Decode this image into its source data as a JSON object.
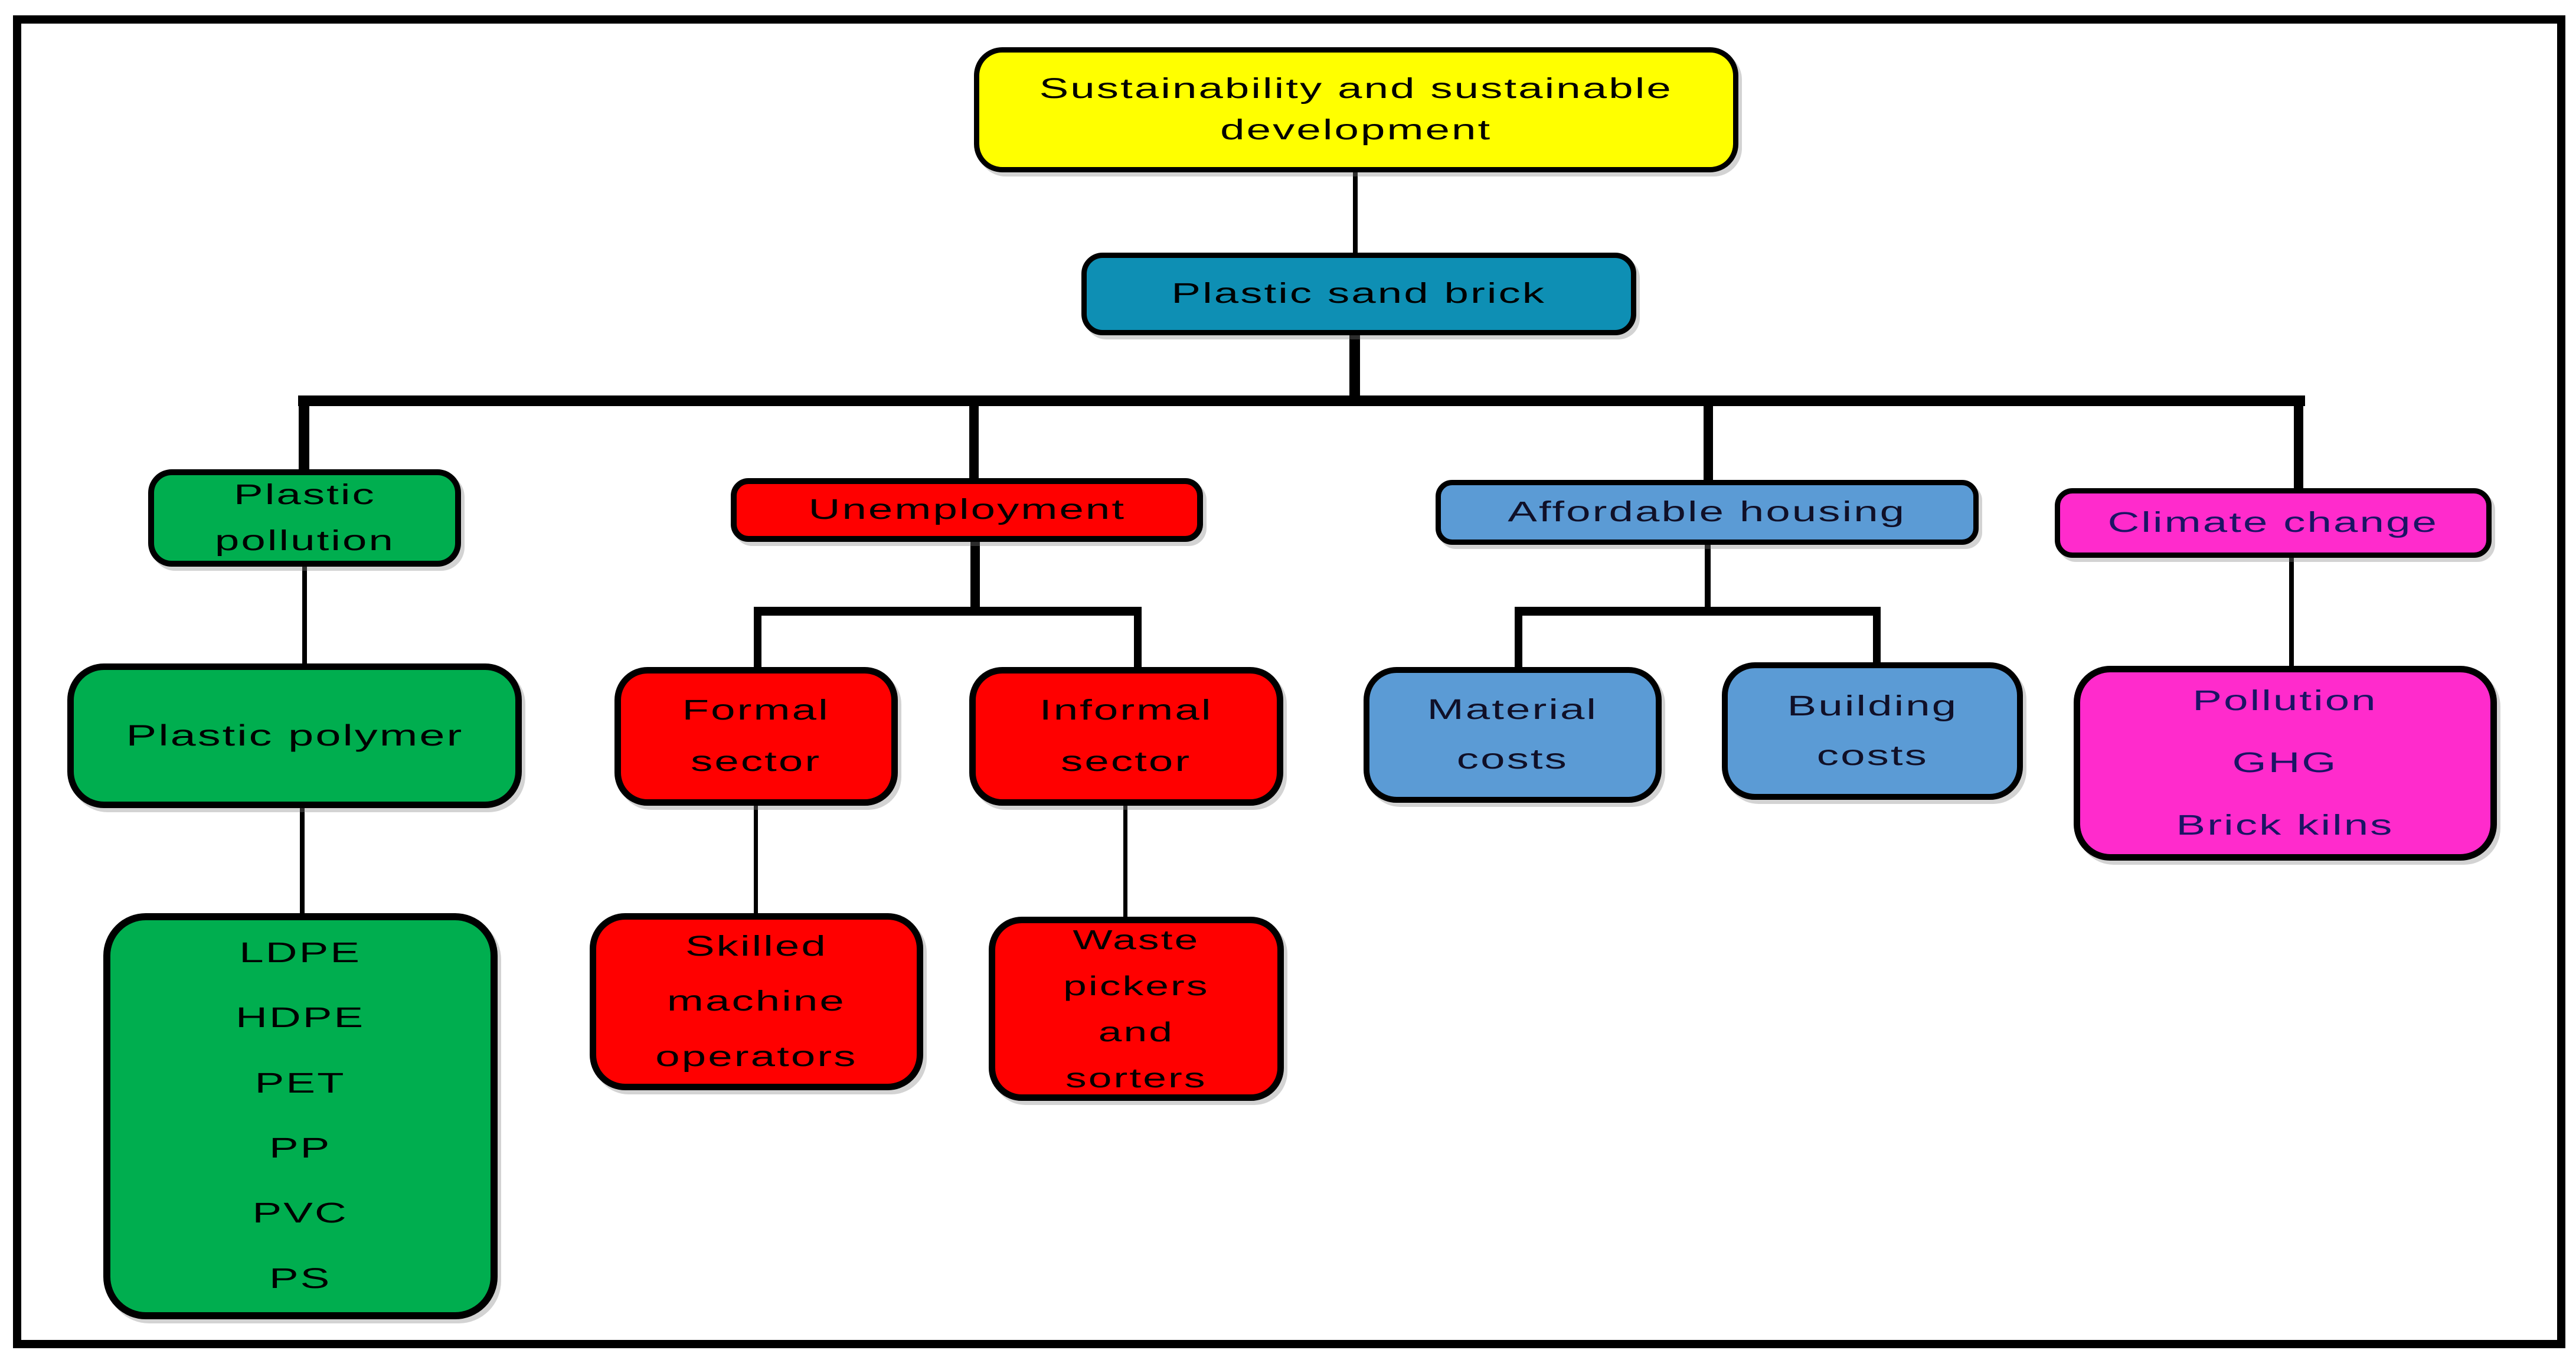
{
  "diagram": {
    "type": "hierarchy-flowchart",
    "background": "#FFFFFF",
    "frame_color": "#000000",
    "connector_color": "#000000",
    "palette": {
      "yellow": "#FFFF00",
      "teal": "#0E8FB4",
      "green": "#00AE4F",
      "red": "#FF0000",
      "blue": "#5B9BD5",
      "magenta": "#FF2BCC"
    },
    "edges": [
      [
        "sustainability",
        "plastic_sand_brick"
      ],
      [
        "plastic_sand_brick",
        "plastic_pollution"
      ],
      [
        "plastic_sand_brick",
        "unemployment"
      ],
      [
        "plastic_sand_brick",
        "affordable_housing"
      ],
      [
        "plastic_sand_brick",
        "climate_change"
      ],
      [
        "plastic_pollution",
        "plastic_polymer"
      ],
      [
        "plastic_polymer",
        "polymer_types"
      ],
      [
        "unemployment",
        "formal_sector"
      ],
      [
        "unemployment",
        "informal_sector"
      ],
      [
        "formal_sector",
        "skilled_machine_operators"
      ],
      [
        "informal_sector",
        "waste_pickers_sorters"
      ],
      [
        "affordable_housing",
        "material_costs"
      ],
      [
        "affordable_housing",
        "building_costs"
      ],
      [
        "climate_change",
        "climate_impacts"
      ]
    ]
  },
  "nodes": {
    "sustainability": {
      "label": "Sustainability and sustainable\ndevelopment",
      "fill": "#FFFF00",
      "text_color": "#000000"
    },
    "plastic_sand_brick": {
      "label": "Plastic sand brick",
      "fill": "#0E8FB4",
      "text_color": "#000000"
    },
    "plastic_pollution": {
      "label": "Plastic\npollution",
      "fill": "#00AE4F",
      "text_color": "#000000"
    },
    "unemployment": {
      "label": "Unemployment",
      "fill": "#FF0000",
      "text_color": "#000000"
    },
    "affordable_housing": {
      "label": "Affordable housing",
      "fill": "#5B9BD5",
      "text_color": "#101028"
    },
    "climate_change": {
      "label": "Climate change",
      "fill": "#FF2BCC",
      "text_color": "#1B1464"
    },
    "plastic_polymer": {
      "label": "Plastic polymer",
      "fill": "#00AE4F",
      "text_color": "#000000"
    },
    "formal_sector": {
      "label": "Formal\nsector",
      "fill": "#FF0000",
      "text_color": "#000000"
    },
    "informal_sector": {
      "label": "Informal\nsector",
      "fill": "#FF0000",
      "text_color": "#000000"
    },
    "material_costs": {
      "label": "Material\ncosts",
      "fill": "#5B9BD5",
      "text_color": "#101028"
    },
    "building_costs": {
      "label": "Building\ncosts",
      "fill": "#5B9BD5",
      "text_color": "#101028"
    },
    "climate_impacts": {
      "label": "Pollution\nGHG\nBrick kilns",
      "items": [
        "Pollution",
        "GHG",
        "Brick kilns"
      ],
      "fill": "#FF2BCC",
      "text_color": "#1B1464"
    },
    "polymer_types": {
      "label": "LDPE\nHDPE\nPET\nPP\nPVC\nPS",
      "items": [
        "LDPE",
        "HDPE",
        "PET",
        "PP",
        "PVC",
        "PS"
      ],
      "fill": "#00AE4F",
      "text_color": "#000000"
    },
    "skilled_machine_operators": {
      "label": "Skilled\nmachine\noperators",
      "fill": "#FF0000",
      "text_color": "#000000"
    },
    "waste_pickers_sorters": {
      "label": "Waste\npickers\nand\nsorters",
      "fill": "#FF0000",
      "text_color": "#000000"
    }
  }
}
